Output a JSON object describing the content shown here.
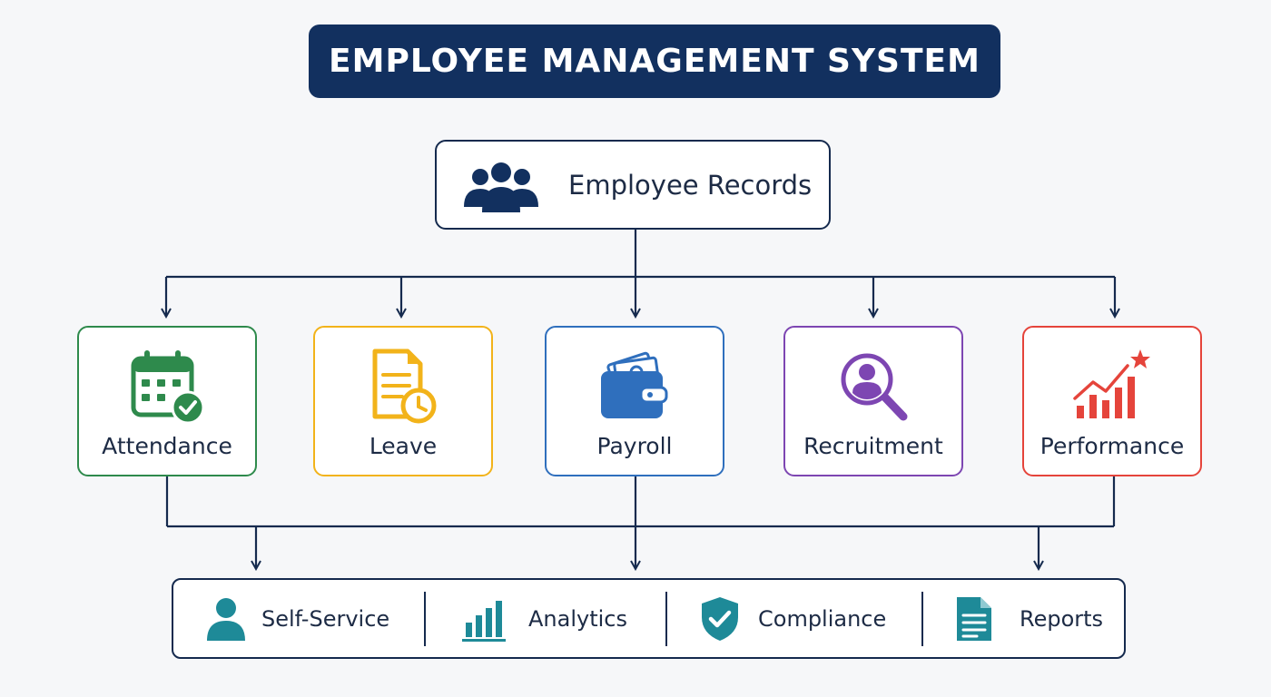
{
  "title": "EMPLOYEE MANAGEMENT SYSTEM",
  "root": {
    "label": "Employee Records",
    "icon": "people-group-icon"
  },
  "modules": [
    {
      "label": "Attendance",
      "icon": "calendar-check-icon",
      "color": "#2e8a4c"
    },
    {
      "label": "Leave",
      "icon": "document-clock-icon",
      "color": "#f2b31a"
    },
    {
      "label": "Payroll",
      "icon": "wallet-icon",
      "color": "#2f6fbd"
    },
    {
      "label": "Recruitment",
      "icon": "search-person-icon",
      "color": "#7d46b2"
    },
    {
      "label": "Performance",
      "icon": "growth-chart-icon",
      "color": "#e5443b"
    }
  ],
  "services": [
    {
      "label": "Self-Service",
      "icon": "user-icon"
    },
    {
      "label": "Analytics",
      "icon": "bar-chart-icon"
    },
    {
      "label": "Compliance",
      "icon": "shield-check-icon"
    },
    {
      "label": "Reports",
      "icon": "document-lines-icon"
    }
  ],
  "colors": {
    "navy": "#12305f",
    "outline": "#152a4e",
    "teal": "#1e8a98"
  }
}
